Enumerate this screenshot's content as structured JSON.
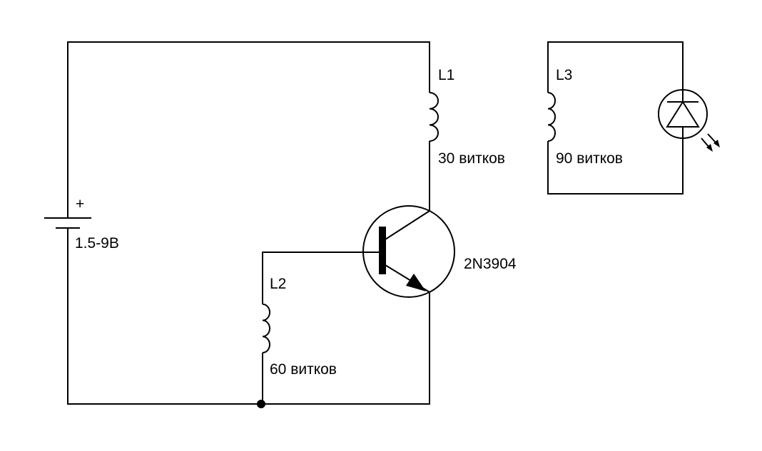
{
  "battery": {
    "plus": "+",
    "voltage": "1.5-9В"
  },
  "l1": {
    "name": "L1",
    "turns": "30 витков"
  },
  "l2": {
    "name": "L2",
    "turns": "60 витков"
  },
  "l3": {
    "name": "L3",
    "turns": "90 витков"
  },
  "transistor": {
    "model": "2N3904"
  },
  "colors": {
    "ink": "#000000",
    "background": "#ffffff"
  }
}
